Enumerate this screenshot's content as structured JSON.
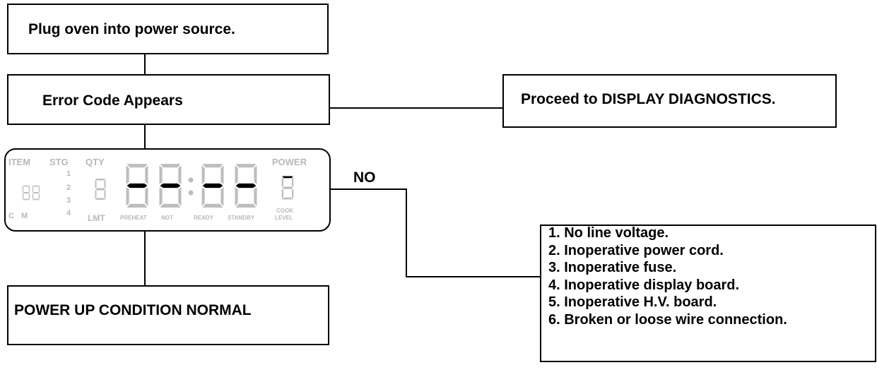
{
  "flow": {
    "step1": "Plug oven into power source.",
    "step2": "Error Code Appears",
    "step2_yes_action": "Proceed to DISPLAY DIAGNOSTICS.",
    "no_label": "NO",
    "normal": "POWER UP CONDITION NORMAL",
    "causes": [
      "1.  No line voltage.",
      "2.  Inoperative power cord.",
      "3.  Inoperative fuse.",
      "4.  Inoperative display board.",
      "5.  Inoperative H.V. board.",
      "6.  Broken or loose wire connection."
    ]
  },
  "display_panel": {
    "item": "ITEM",
    "stg": "STG",
    "qty": "QTY",
    "power": "POWER",
    "stg_numbers": [
      "1",
      "2",
      "3",
      "4"
    ],
    "c": "C",
    "m": "M",
    "lmt": "LMT",
    "preheat": "PREHEAT",
    "not": "NOT",
    "ready": "READY",
    "standby": "STANDBY",
    "cook": "COOK",
    "level": "LEVEL",
    "segment_color": "#bdbdbd",
    "lit_segment_color": "#000000"
  }
}
